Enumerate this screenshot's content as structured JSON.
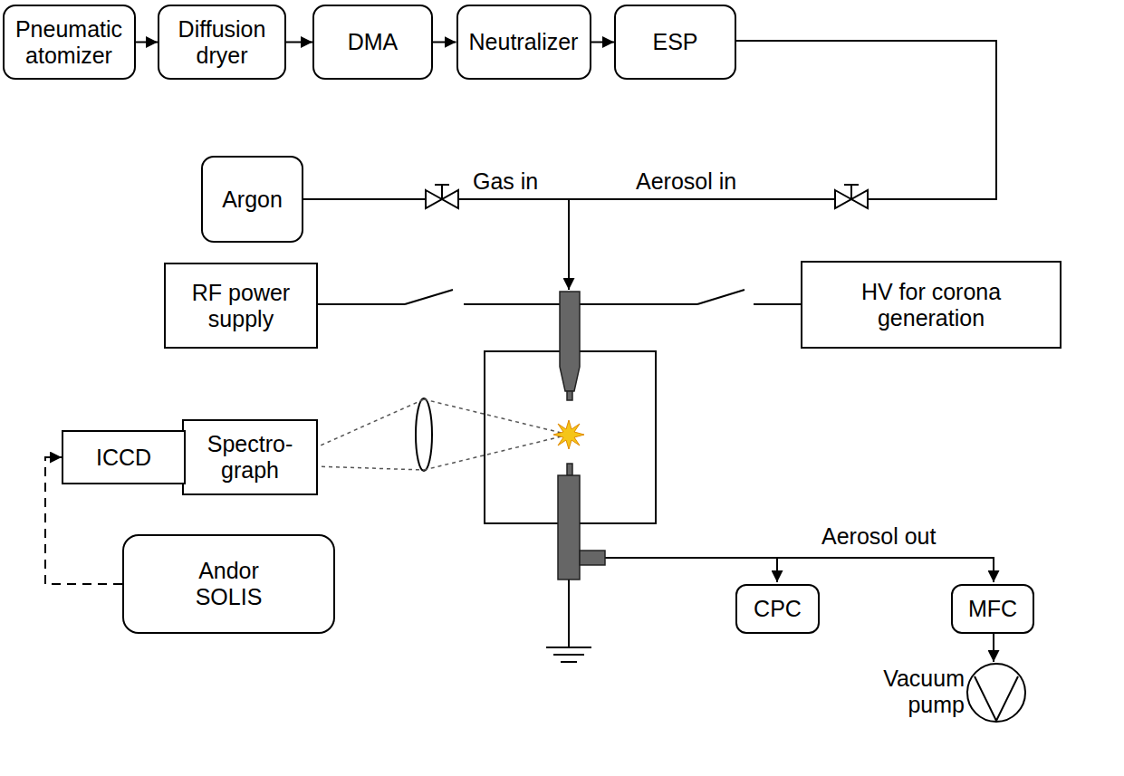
{
  "diagram": {
    "nodes": [
      {
        "text": [
          "Pneumatic atomizer"
        ]
      },
      {
        "text": [
          "Diffusion dryer"
        ]
      },
      {
        "text": [
          "DMA"
        ]
      },
      {
        "text": [
          "Neutralizer"
        ]
      },
      {
        "text": [
          "ESP"
        ]
      },
      {
        "text": [
          "Argon"
        ]
      },
      {
        "text": [
          "RF power supply"
        ]
      },
      {
        "text": [
          "HV for corona generation"
        ]
      },
      {
        "text": [
          "Spectro- graph"
        ]
      },
      {
        "text": [
          "ICCD"
        ]
      },
      {
        "text": [
          "Andor SOLIS"
        ]
      },
      {
        "text": [
          "CPC"
        ]
      },
      {
        "text": [
          "MFC"
        ]
      }
    ],
    "edges": [
      {
        "from": 0,
        "to": 1,
        "arrow": "to"
      },
      {
        "from": 1,
        "to": 2,
        "arrow": "to"
      },
      {
        "from": 2,
        "to": 3,
        "arrow": "to"
      },
      {
        "from": 3,
        "to": 4,
        "arrow": "to"
      },
      {
        "from": 10,
        "to": 9,
        "arrow": "to"
      }
    ],
    "labels": [
      "Gas in",
      "Aerosol in",
      "Aerosol out",
      "Vacuum pump"
    ]
  }
}
